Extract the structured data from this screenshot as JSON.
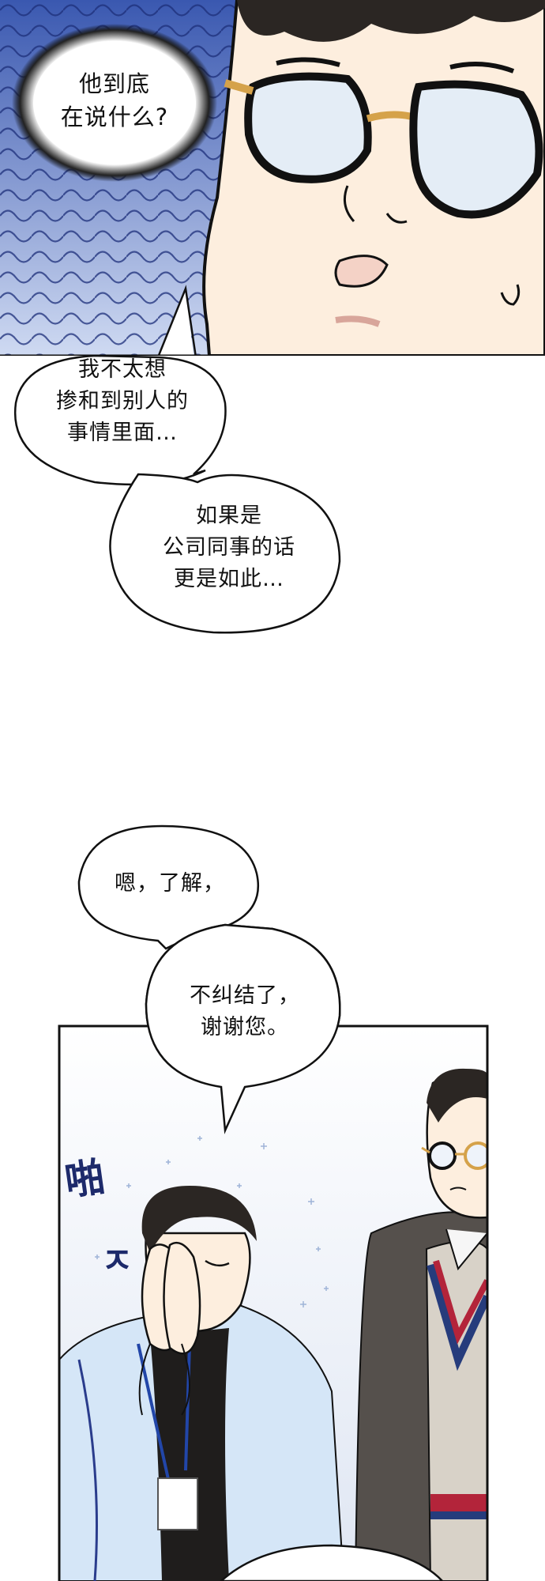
{
  "panel1": {
    "thought": "他到底\n在说什么?"
  },
  "dialogue": {
    "bubble1": "我不太想\n掺和到别人的\n事情里面…",
    "bubble2": "如果是\n公司同事的话\n更是如此…",
    "bubble3": "嗯，了解，",
    "bubble4": "不纠结了，\n谢谢您。"
  },
  "panel2": {
    "sfx_main": "啪",
    "sfx_tail": "ㅈ"
  },
  "colors": {
    "ink": "#111111",
    "speedlines_blue": "#4f6fc0",
    "skin": "#fdeede",
    "glasses_frame": "#d5a24a",
    "shirt": "#d5e6f7",
    "coat": "#55504c",
    "vest": "#d8d2c8",
    "stripe_red": "#b3243a",
    "stripe_navy": "#263c7c"
  }
}
